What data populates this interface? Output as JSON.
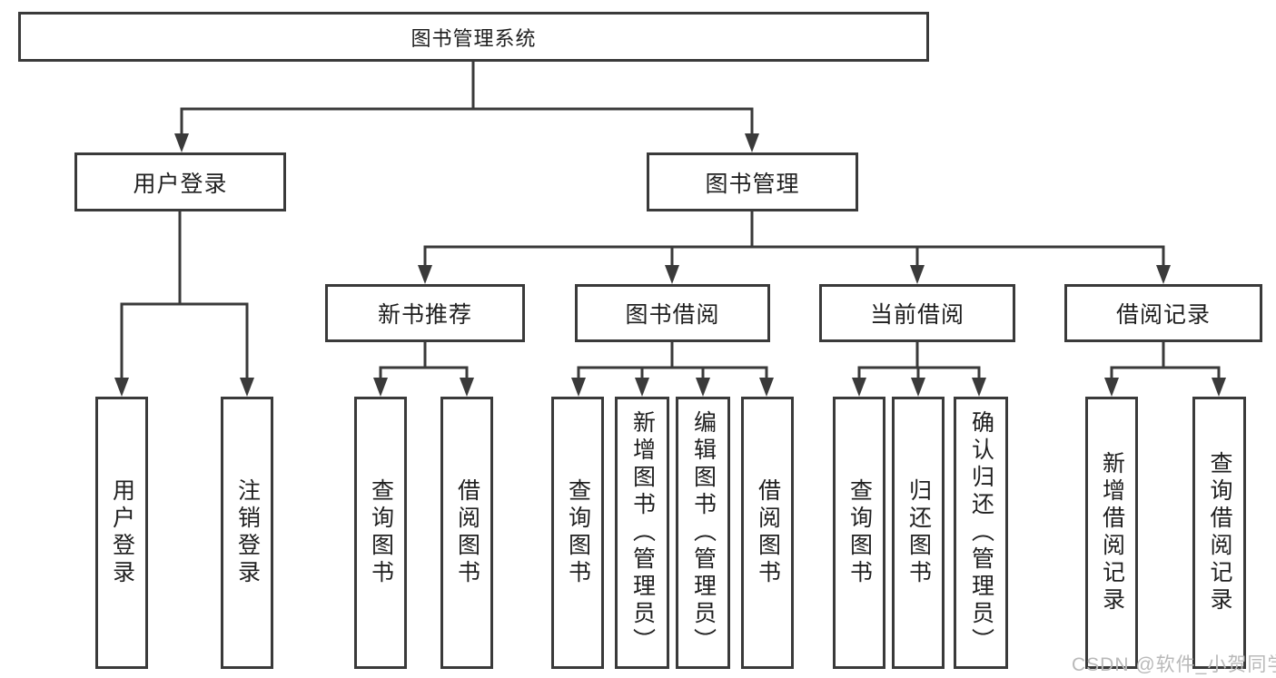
{
  "tree": {
    "root": "图书管理系统",
    "branches": [
      {
        "label": "用户登录",
        "children": [
          "用户登录",
          "注销登录"
        ]
      },
      {
        "label": "图书管理",
        "groups": [
          {
            "label": "新书推荐",
            "children": [
              "查询图书",
              "借阅图书"
            ]
          },
          {
            "label": "图书借阅",
            "children": [
              "查询图书",
              "新增图书（管理员）",
              "编辑图书（管理员）",
              "借阅图书"
            ]
          },
          {
            "label": "当前借阅",
            "children": [
              "查询图书",
              "归还图书",
              "确认归还（管理员）"
            ]
          },
          {
            "label": "借阅记录",
            "children": [
              "新增借阅记录",
              "查询借阅记录"
            ]
          }
        ]
      }
    ]
  },
  "watermark": "CSDN @软件_小贺同学",
  "colors": {
    "line": "#3a3a3a",
    "text": "#1f1f1f",
    "watermark": "#b9b9b9",
    "background": "#ffffff"
  }
}
